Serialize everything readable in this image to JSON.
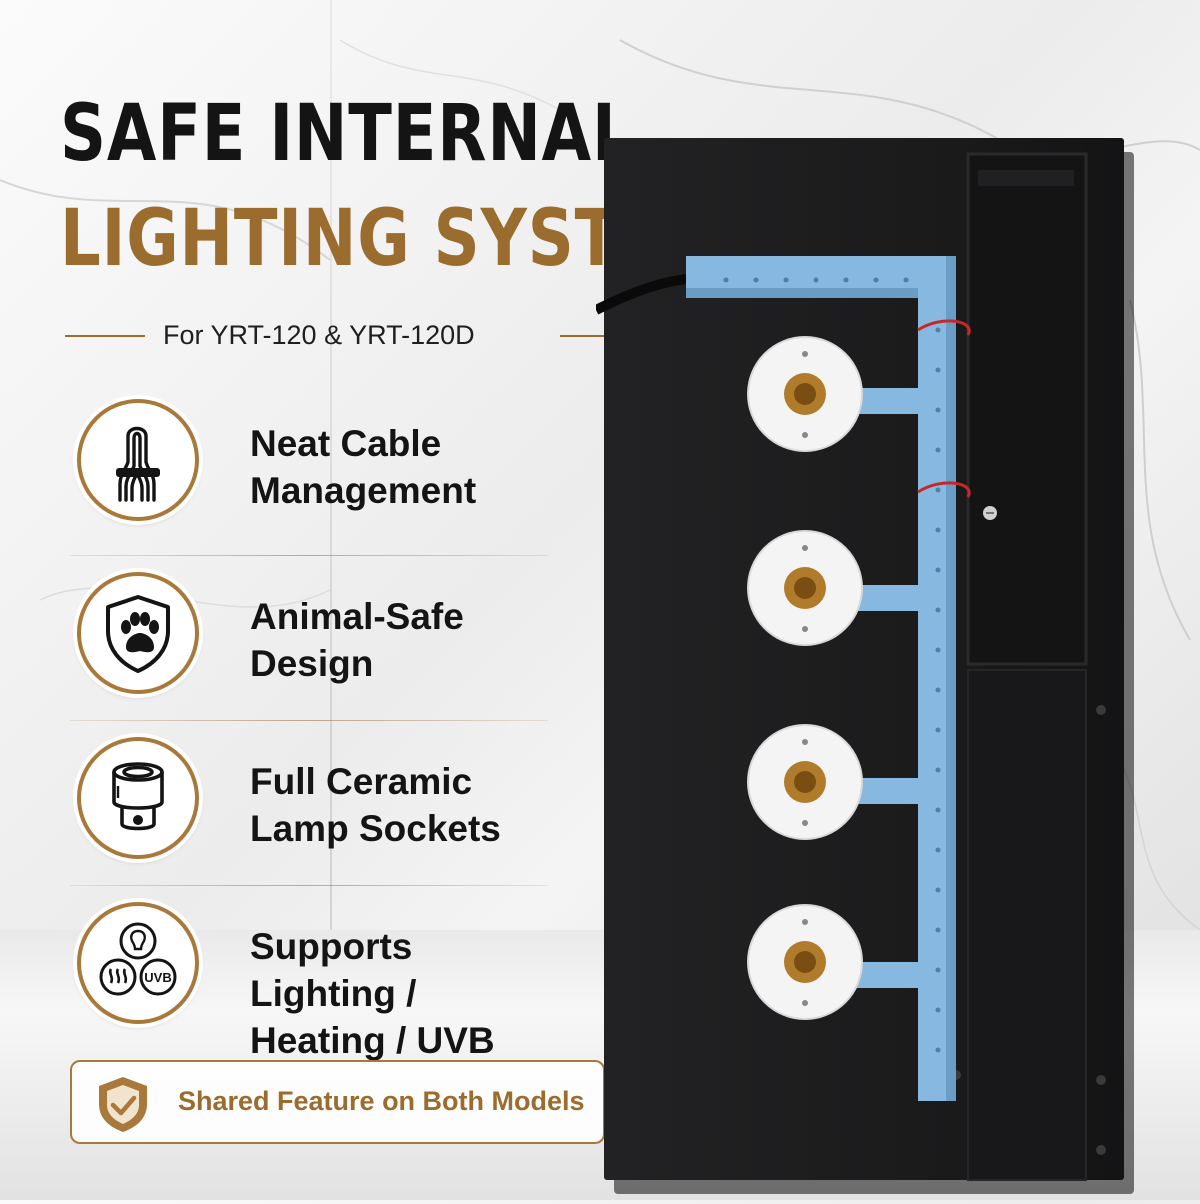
{
  "title": {
    "line1": "SAFE INTERNAL",
    "line2": "LIGHTING SYSTEM"
  },
  "subtitle": "For YRT-120 & YRT-120D",
  "colors": {
    "accent_gold": "#9a6c2e",
    "title_dark": "#141414",
    "panel_black": "#1c1c1d",
    "bracket_blue": "#86b8e0",
    "socket_white": "#f4f4f4",
    "wire_red": "#c62828"
  },
  "features": [
    {
      "icon": "cable-management-icon",
      "label": "Neat Cable\nManagement"
    },
    {
      "icon": "paw-shield-icon",
      "label": "Animal-Safe\nDesign"
    },
    {
      "icon": "ceramic-socket-icon",
      "label": "Full Ceramic\nLamp Sockets"
    },
    {
      "icon": "bulb-heat-uvb-icon",
      "label": "Supports Lighting /\nHeating / UVB",
      "icon_text": "UVB"
    }
  ],
  "shared_badge": {
    "icon": "shield-check-icon",
    "text": "Shared Feature on Both Models"
  }
}
